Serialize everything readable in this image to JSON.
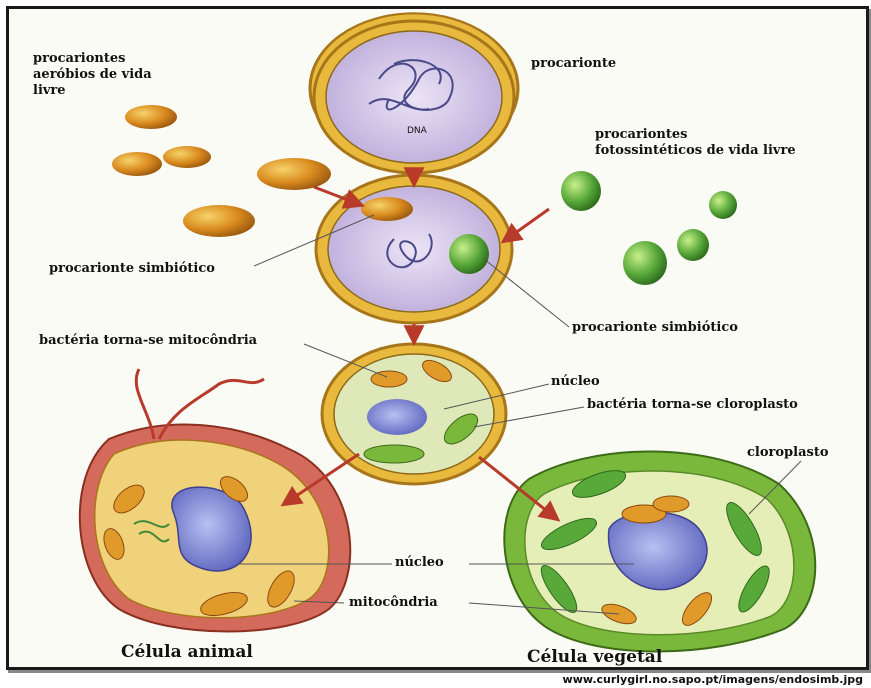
{
  "labels": {
    "aerobic": [
      "procariontes",
      "aeróbios de vida",
      "livre"
    ],
    "prokaryote": "procarionte",
    "dna": "DNA",
    "photosynthetic": [
      "procariontes",
      "fotossintéticos de vida livre"
    ],
    "symbiotic_left": "procarionte simbiótico",
    "symbiotic_right": "procarionte simbiótico",
    "mito_becomes": "bactéria torna-se mitocôndria",
    "nucleus_top": "núcleo",
    "chloro_becomes": "bactéria torna-se cloroplasto",
    "chloroplast": "cloroplasto",
    "nucleus_bottom": "núcleo",
    "mitochondria": "mitocôndria",
    "animal_cell": "Célula animal",
    "plant_cell": "Célula vegetal"
  },
  "source_url": "www.curlygirl.no.sapo.pt/imagens/endosimb.jpg",
  "colors": {
    "membrane_gold": "#e8b93c",
    "cytoplasm_lavender": "#d9cdea",
    "nucleus_blue": "#7f86cf",
    "aerobic_orange": "#d98a1e",
    "photosynthetic_green": "#58a83a",
    "animal_wall_red": "#d46a5c",
    "plant_wall_green": "#7ab83c",
    "arrow_red": "#b83a2a"
  }
}
